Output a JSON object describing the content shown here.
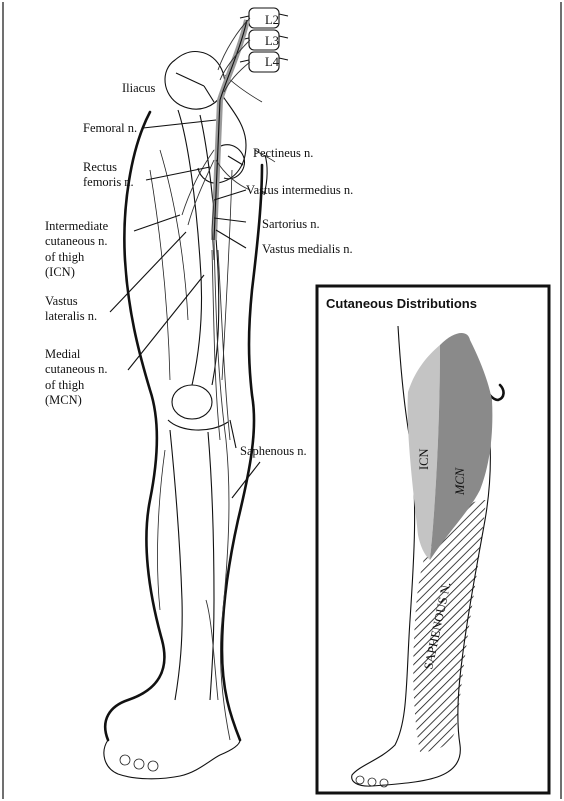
{
  "vertebrae": [
    "L2",
    "L3",
    "L4"
  ],
  "labels": {
    "iliacus": "Iliacus",
    "femoral": "Femoral n.",
    "rectus_line1": "Rectus",
    "rectus_line2": "femoris n.",
    "pectineus": "Pectineus n.",
    "vastus_intermedius": "Vastus intermedius n.",
    "sartorius": "Sartorius n.",
    "vastus_medialis": "Vastus medialis n.",
    "icn_line1": "Intermediate",
    "icn_line2": "cutaneous n.",
    "icn_line3": "of thigh",
    "icn_line4": "(ICN)",
    "vl_line1": "Vastus",
    "vl_line2": "lateralis n.",
    "mcn_line1": "Medial",
    "mcn_line2": "cutaneous n.",
    "mcn_line3": "of thigh",
    "mcn_line4": "(MCN)",
    "saphenous": "Saphenous n."
  },
  "inset": {
    "title": "Cutaneous Distributions",
    "icn": "ICN",
    "mcn": "MCN",
    "saphenous": "SAPHENOUS N."
  },
  "colors": {
    "icn_region": "#c4c4c4",
    "mcn_region": "#8a8a8a"
  }
}
